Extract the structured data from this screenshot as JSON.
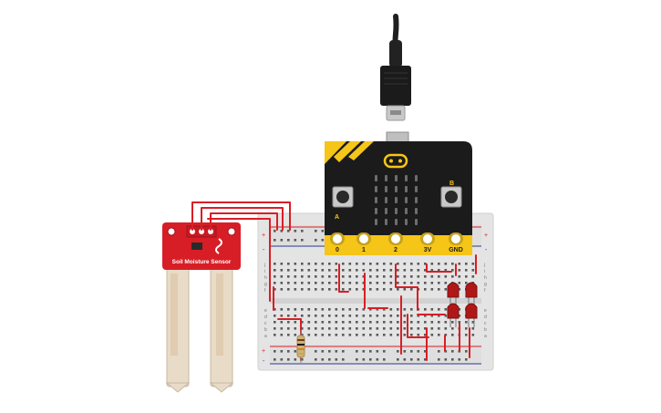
{
  "circuit": {
    "microbit": {
      "pins": [
        "0",
        "1",
        "2",
        "3V",
        "GND"
      ],
      "button_a_label": "A",
      "button_b_label": "B"
    },
    "sensor": {
      "label": "Soil Moisture Sensor"
    },
    "breadboard": {
      "row_letters_top": [
        "j",
        "i",
        "h",
        "g",
        "f"
      ],
      "row_letters_bottom": [
        "e",
        "d",
        "c",
        "b",
        "a"
      ],
      "rail_signs": [
        "+",
        "-"
      ]
    },
    "colors": {
      "wire": "#d91e25",
      "microbit_body": "#1b1b1b",
      "microbit_edge": "#f5c518",
      "sensor_board": "#d71e26",
      "sensor_probe": "#e8dbc8",
      "breadboard": "#e6e6e6",
      "led": "#b01818",
      "resistor": "#cdb27e"
    }
  }
}
